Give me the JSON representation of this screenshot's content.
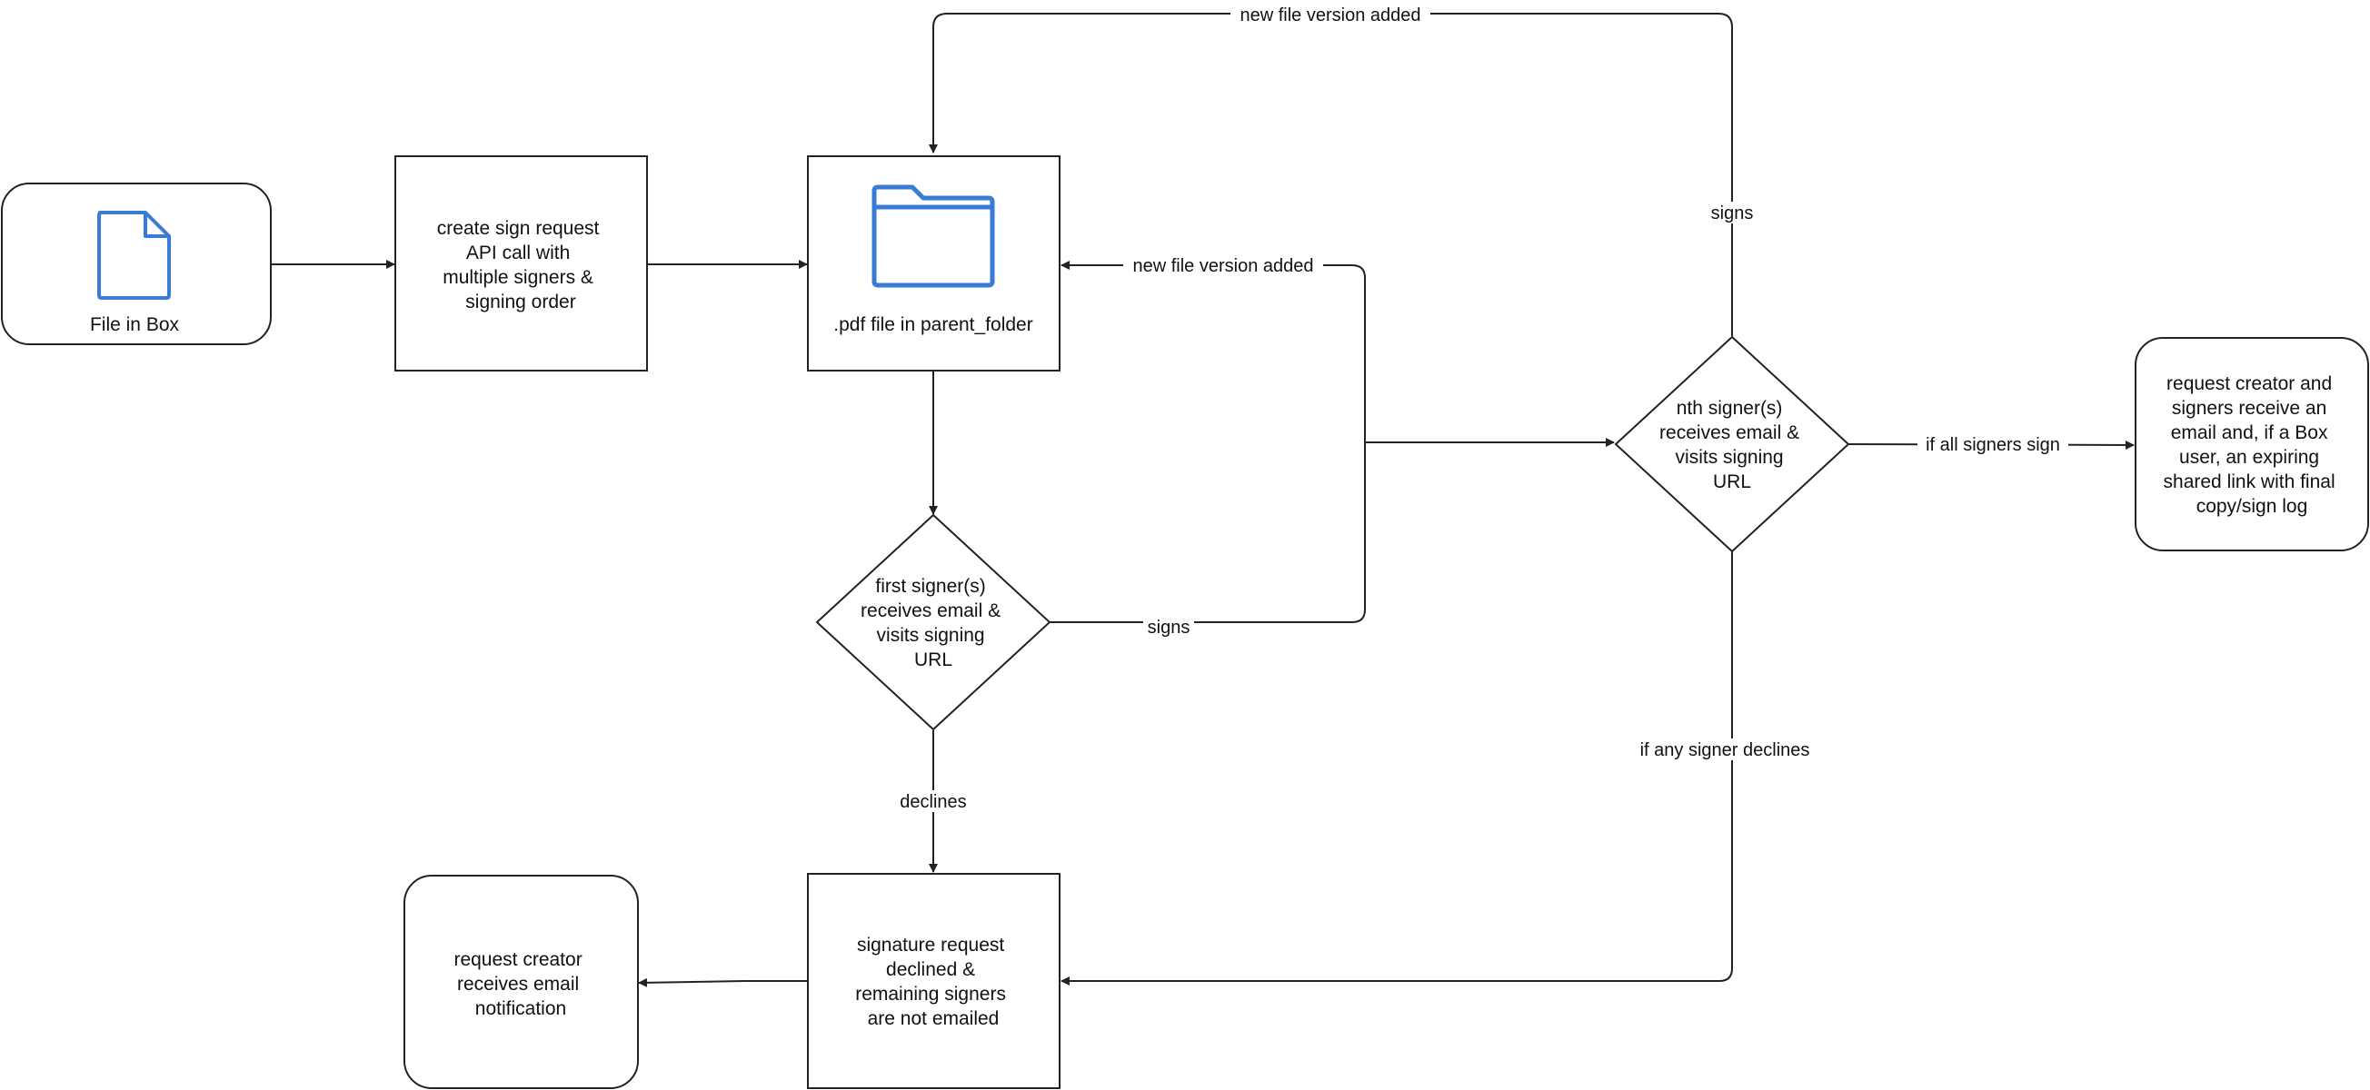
{
  "colors": {
    "stroke": "#222222",
    "icon_blue": "#3A7BD5",
    "background": "#ffffff"
  },
  "nodes": {
    "file_in_box": {
      "label": "File in Box",
      "icon": "file-icon"
    },
    "create_request": {
      "lines": [
        "create sign request",
        "API call with",
        "multiple signers &",
        "signing order"
      ]
    },
    "pdf_file": {
      "label": ".pdf file in parent_folder",
      "icon": "folder-icon"
    },
    "first_signer": {
      "lines": [
        "first signer(s)",
        "receives email &",
        "visits signing",
        "URL"
      ]
    },
    "nth_signer": {
      "lines": [
        "nth signer(s)",
        "receives email &",
        "visits signing",
        "URL"
      ]
    },
    "final_result": {
      "lines": [
        "request creator and",
        "signers receive an",
        "email and, if a Box",
        "user, an expiring",
        "shared link with final",
        "copy/sign log"
      ]
    },
    "declined": {
      "lines": [
        "signature request",
        "declined &",
        "remaining signers",
        "are not emailed"
      ]
    },
    "creator_notified": {
      "lines": [
        "request creator",
        "receives email",
        "notification"
      ]
    }
  },
  "edges": {
    "top_new_version": "new file version added",
    "mid_new_version": "new file version added",
    "nth_signs": "signs",
    "first_signs": "signs",
    "declines": "declines",
    "all_sign": "if all signers sign",
    "any_declines": "if any signer declines"
  }
}
